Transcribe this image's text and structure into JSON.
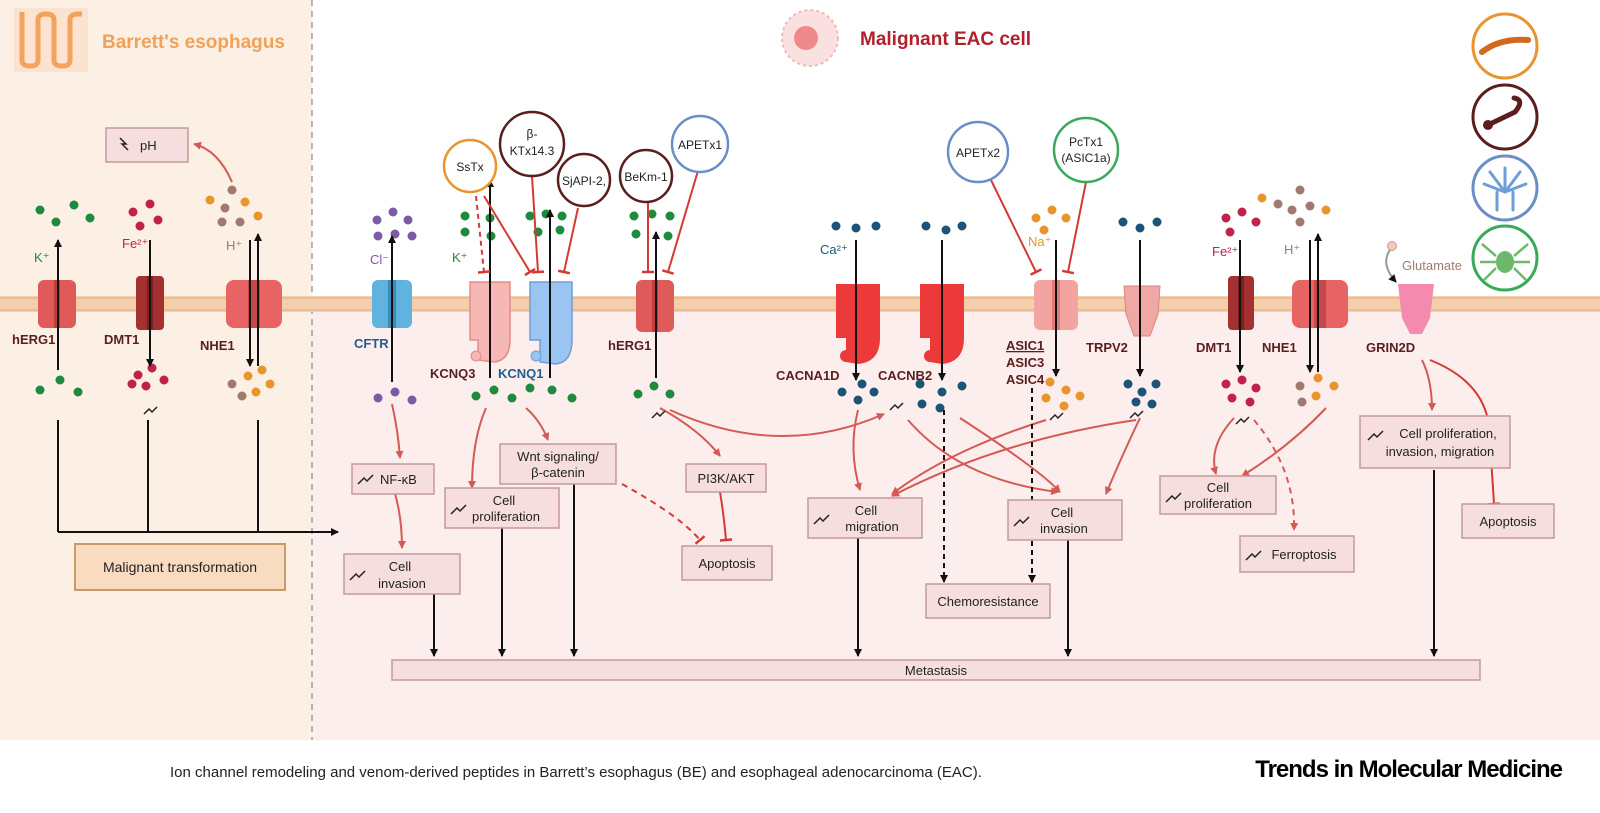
{
  "titles": {
    "be": "Barrett's esophagus",
    "eac": "Malignant EAC cell"
  },
  "ions": {
    "k_left": "K⁺",
    "fe_left": "Fe²⁺",
    "h_left": "H⁺",
    "cl": "Cl⁻",
    "k_mid": "K⁺",
    "ca": "Ca²⁺",
    "na": "Na⁺",
    "fe_right": "Fe²⁺",
    "h_right": "H⁺",
    "glutamate": "Glutamate"
  },
  "channels": {
    "herg1_left": "hERG1",
    "dmt1_left": "DMT1",
    "nhe1_left": "NHE1",
    "cftr": "CFTR",
    "kcnq3": "KCNQ3",
    "kcnq1": "KCNQ1",
    "herg1_mid": "hERG1",
    "cacna1d": "CACNA1D",
    "cacnb2": "CACNB2",
    "asic1": "ASIC1",
    "asic3": "ASIC3",
    "asic4": "ASIC4",
    "trpv2": "TRPV2",
    "dmt1_right": "DMT1",
    "nhe1_right": "NHE1",
    "grin2d": "GRIN2D"
  },
  "peptides": {
    "sstx": "SsTx",
    "bktx_1": "β-",
    "bktx_2": "KTx14.3",
    "sjapi": "SjAPI-2,",
    "bekm": "BeKm-1",
    "apetx1": "APETx1",
    "apetx2": "APETx2",
    "pctx_1": "PcTx1",
    "pctx_2": "(ASIC1a)"
  },
  "boxes": {
    "ph": "pH",
    "malignant": "Malignant transformation",
    "nfkb": "NF-κB",
    "inv1_1": "Cell",
    "inv1_2": "invasion",
    "prolif1_1": "Cell",
    "prolif1_2": "proliferation",
    "wnt_1": "Wnt signaling/",
    "wnt_2": "β-catenin",
    "pi3k": "PI3K/AKT",
    "apop1": "Apoptosis",
    "mig_1": "Cell",
    "mig_2": "migration",
    "chemo": "Chemoresistance",
    "inv2_1": "Cell",
    "inv2_2": "invasion",
    "prolif2_1": "Cell",
    "prolif2_2": "proliferation",
    "ferro": "Ferroptosis",
    "pim_1": "Cell proliferation,",
    "pim_2": "invasion, migration",
    "apop2": "Apoptosis",
    "meta": "Metastasis"
  },
  "icons": [
    "esophagus-icon",
    "cell-icon",
    "centipede-icon",
    "scorpion-icon",
    "sea-anemone-icon",
    "spider-icon"
  ],
  "colors": {
    "be_bg": "#fcefe3",
    "eac_bg": "#fdeeee",
    "membrane": "#f3c9a6",
    "red": "#d9534f",
    "dark": "#5a1e1e",
    "green": "#2e8b57",
    "blue": "#1f5f8b",
    "orange": "#e8952e",
    "potassium": "#1e8a3e",
    "iron": "#c0224a",
    "proton": "#a07a6e",
    "chloride": "#7d5aa6",
    "calcium": "#1c5478",
    "title_orange": "#f0a15a",
    "title_red": "#b0212b"
  },
  "caption": "Ion channel remodeling and venom-derived peptides in Barrett’s esophagus (BE) and esophageal adenocarcinoma (EAC).",
  "journal": "Trends in Molecular Medicine"
}
